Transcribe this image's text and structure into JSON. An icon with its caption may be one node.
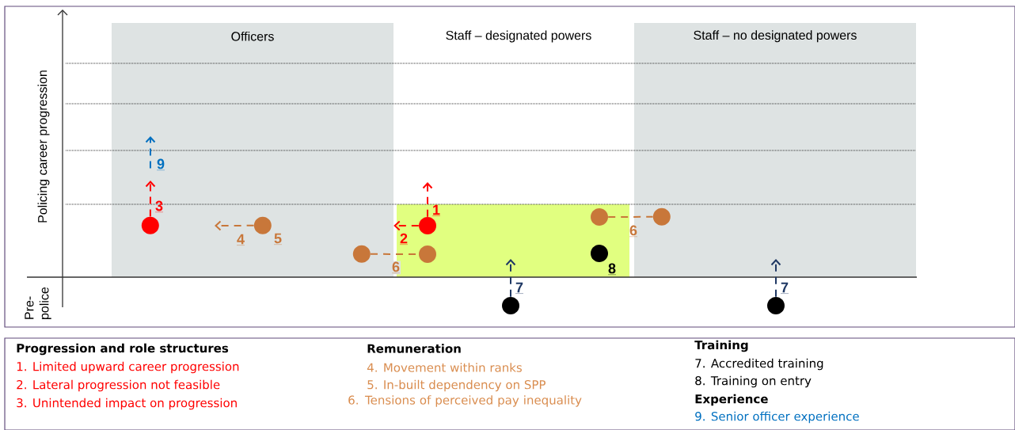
{
  "diagram": {
    "nodes": [
      {
        "text": [
          "Officers"
        ]
      },
      {
        "text": [
          "Staff – no designated powers"
        ]
      },
      {
        "text": [],
        "shape": "circle",
        "in": 0
      },
      {
        "text": [],
        "shape": "circle",
        "in": 0,
        "beside": [
          "5"
        ]
      },
      {
        "text": [],
        "shape": "circle",
        "in": 0
      },
      {
        "text": [],
        "shape": "circle"
      },
      {
        "text": [],
        "shape": "circle"
      },
      {
        "text": [],
        "shape": "circle"
      },
      {
        "text": [],
        "shape": "circle",
        "beside": [
          "8"
        ]
      },
      {
        "text": [],
        "shape": "circle"
      },
      {
        "text": [],
        "shape": "circle",
        "in": 1
      },
      {
        "text": [],
        "shape": "circle"
      }
    ],
    "edges": [
      {
        "from": 6,
        "to": null,
        "arrow": "to",
        "label": "1",
        "style": "dashed",
        "color": "#ff0000"
      },
      {
        "from": 6,
        "to": 0,
        "arrow": "to",
        "label": "2",
        "style": "dashed",
        "color": "#ff0000"
      },
      {
        "from": 2,
        "to": null,
        "arrow": "to",
        "label": "3",
        "style": "dashed",
        "color": "#ff0000"
      },
      {
        "from": 3,
        "to": null,
        "arrow": "to",
        "label": "4",
        "style": "dashed",
        "color": "#c8773a"
      },
      {
        "from": 4,
        "to": 5,
        "arrow": "none",
        "label": "6",
        "style": "dashed",
        "color": "#c8773a"
      },
      {
        "from": 7,
        "to": null,
        "arrow": "to",
        "label": "7",
        "style": "dashed",
        "color": "#1f3864"
      },
      {
        "from": 9,
        "to": 10,
        "arrow": "none",
        "label": "6",
        "style": "dashed",
        "color": "#c8773a"
      },
      {
        "from": 11,
        "to": null,
        "arrow": "to",
        "label": "7",
        "style": "dashed",
        "color": "#1f3864"
      },
      {
        "from": 2,
        "to": null,
        "arrow": "to",
        "label": "9",
        "style": "dashed",
        "color": "#0070c0"
      }
    ],
    "labels": [
      "Staff – designated powers",
      "Policing career progression",
      "Pre- police",
      "Progression and role structures",
      "1. Limited upward career progression",
      "2. Lateral progression not feasible",
      "3. Unintended impact on progression",
      "Remuneration",
      "4. Movement within ranks",
      "5. In-built dependency on SPP",
      "6. Tensions of perceived pay inequality",
      "Training",
      "7. Accredited training",
      "8. Training on entry",
      "Experience",
      "9. Senior officer experience"
    ]
  }
}
